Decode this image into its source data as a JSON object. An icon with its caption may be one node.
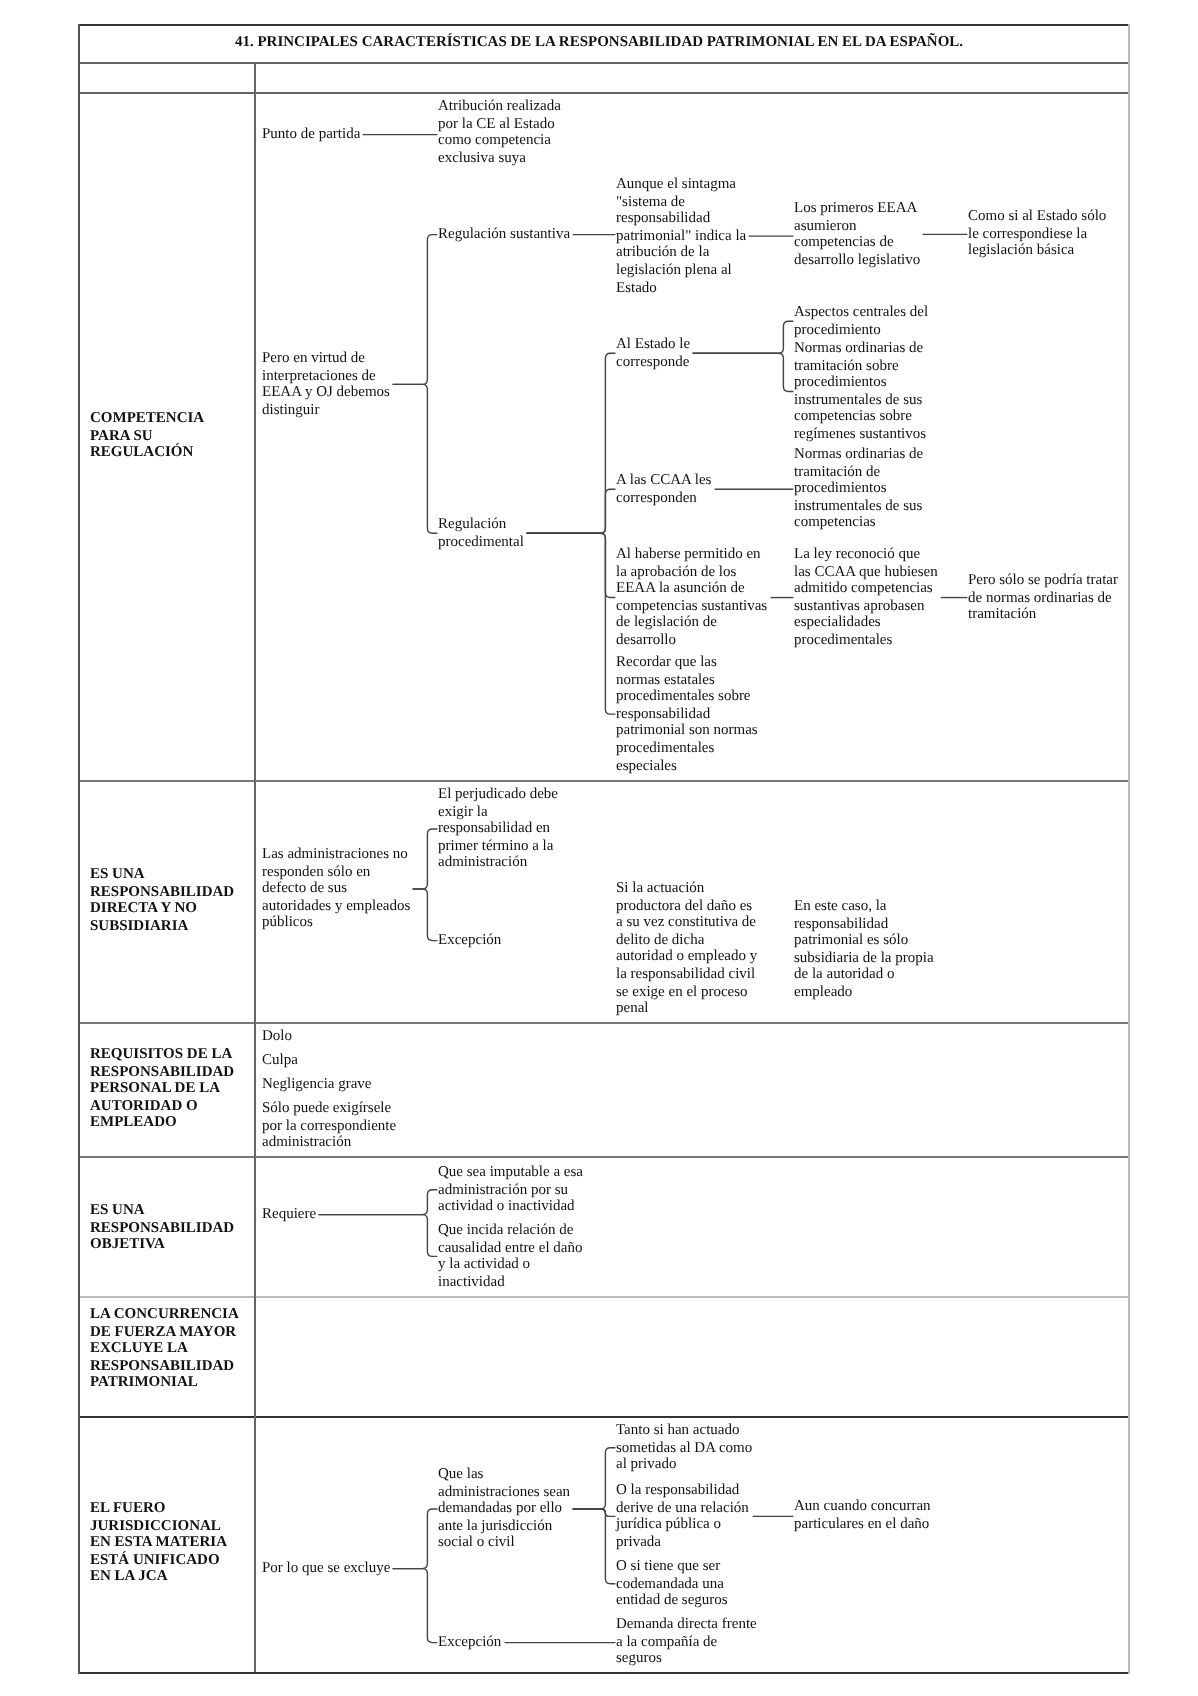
{
  "diagram": {
    "title": "41. PRINCIPALES CARACTERÍSTICAS DE LA RESPONSABILIDAD PATRIMONIAL EN EL DA ESPAÑOL.",
    "nodes": [
      {
        "text": [
          "Punto de partida"
        ]
      },
      {
        "text": [
          "Atribución realizada por la CE al Estado como competencia exclusiva suya"
        ]
      },
      {
        "text": [
          "Pero en virtud de interpretaciones de EEAA y OJ debemos distinguir"
        ]
      },
      {
        "text": [
          "Regulación sustantiva"
        ]
      },
      {
        "text": [
          "Aunque el sintagma \"sistema de responsabilidad patrimonial\" indica la atribución de la legislación plena al Estado"
        ]
      },
      {
        "text": [
          "Los primeros EEAA asumieron competencias de desarrollo legislativo"
        ]
      },
      {
        "text": [
          "Como si al Estado sólo le correspondiese la legislación básica"
        ]
      },
      {
        "text": [
          "Al Estado le corresponde"
        ]
      },
      {
        "text": [
          "Aspectos centrales del procedimiento"
        ]
      },
      {
        "text": [
          "Normas ordinarias de tramitación sobre procedimientos instrumentales de sus competencias sobre regímenes sustantivos"
        ]
      },
      {
        "text": [
          "Normas ordinarias de tramitación de procedimientos instrumentales de sus competencias"
        ]
      },
      {
        "text": [
          "A las CCAA les corresponden"
        ]
      },
      {
        "text": [
          "Regulación procedimental"
        ]
      },
      {
        "text": [
          "Al haberse permitido en la aprobación de los EEAA la asunción de competencias sustantivas de legislación de desarrollo"
        ]
      },
      {
        "text": [
          "La ley reconoció que las CCAA que hubiesen admitido competencias sustantivas aprobasen especialidades procedimentales"
        ]
      },
      {
        "text": [
          "Pero sólo se podría tratar de normas ordinarias de tramitación"
        ]
      },
      {
        "text": [
          "Recordar que las normas estatales procedimentales sobre responsabilidad patrimonial son normas procedimentales especiales"
        ]
      },
      {
        "text": [
          "Las administraciones no responden sólo en defecto de sus autoridades y empleados públicos"
        ]
      },
      {
        "text": [
          "El perjudicado debe exigir la responsabilidad en primer término a la administración"
        ]
      },
      {
        "text": [
          "Excepción"
        ]
      },
      {
        "text": [
          "Requiere"
        ]
      },
      {
        "text": [
          "Que sea imputable a esa administración por su actividad o inactividad"
        ]
      },
      {
        "text": [
          "Que incida relación de causalidad entre el daño y la actividad o inactividad"
        ]
      },
      {
        "text": [
          "Tanto si han actuado sometidas al DA como al privado"
        ]
      },
      {
        "text": [
          "Que las administraciones sean demandadas por ello ante la jurisdicción social o civil"
        ]
      },
      {
        "text": [
          "O la responsabilidad derive de una relación jurídica pública o privada"
        ]
      },
      {
        "text": [
          "Aun cuando concurran particulares en el daño"
        ]
      },
      {
        "text": [
          "O si tiene que ser codemandada una entidad de seguros"
        ]
      },
      {
        "text": [
          "Por lo que se excluye"
        ]
      },
      {
        "text": [
          "Excepción"
        ]
      },
      {
        "text": [
          "Demanda directa frente a la compañía de seguros"
        ]
      }
    ],
    "edges": [
      {
        "from": 0,
        "to": 1,
        "arrow": "none"
      },
      {
        "from": 2,
        "to": 3,
        "arrow": "none"
      },
      {
        "from": 2,
        "to": 12,
        "arrow": "none"
      },
      {
        "from": 3,
        "to": 4,
        "arrow": "none"
      },
      {
        "from": 4,
        "to": 5,
        "arrow": "none"
      },
      {
        "from": 5,
        "to": 6,
        "arrow": "none"
      },
      {
        "from": 12,
        "to": 7,
        "arrow": "none"
      },
      {
        "from": 12,
        "to": 11,
        "arrow": "none"
      },
      {
        "from": 12,
        "to": 13,
        "arrow": "none"
      },
      {
        "from": 12,
        "to": 16,
        "arrow": "none"
      },
      {
        "from": 7,
        "to": 8,
        "arrow": "none"
      },
      {
        "from": 7,
        "to": 9,
        "arrow": "none"
      },
      {
        "from": 11,
        "to": 10,
        "arrow": "none"
      },
      {
        "from": 13,
        "to": 14,
        "arrow": "none"
      },
      {
        "from": 14,
        "to": 15,
        "arrow": "none"
      },
      {
        "from": 17,
        "to": 18,
        "arrow": "none"
      },
      {
        "from": 17,
        "to": 19,
        "arrow": "none"
      },
      {
        "from": 20,
        "to": 21,
        "arrow": "none"
      },
      {
        "from": 20,
        "to": 22,
        "arrow": "none"
      },
      {
        "from": 28,
        "to": 24,
        "arrow": "none"
      },
      {
        "from": 28,
        "to": 29,
        "arrow": "none"
      },
      {
        "from": 24,
        "to": 23,
        "arrow": "none"
      },
      {
        "from": 24,
        "to": 25,
        "arrow": "none"
      },
      {
        "from": 24,
        "to": 27,
        "arrow": "none"
      },
      {
        "from": 25,
        "to": 26,
        "arrow": "none"
      },
      {
        "from": 29,
        "to": 30,
        "arrow": "none"
      }
    ],
    "labels": [
      "COMPETENCIA PARA SU REGULACIÓN",
      "ES UNA RESPONSABILIDAD DIRECTA Y NO SUBSIDIARIA",
      "Si la actuación productora del daño es a su vez constitutiva de delito de dicha autoridad o empleado y la responsabilidad civil se exige en el proceso penal",
      "En este caso, la responsabilidad patrimonial es sólo subsidiaria de la propia de la autoridad o empleado",
      "REQUISITOS DE LA RESPONSABILIDAD PERSONAL DE LA AUTORIDAD O EMPLEADO",
      "Dolo",
      "Culpa",
      "Negligencia grave",
      "Sólo puede exigírsele por la correspondiente administración",
      "ES UNA RESPONSABILIDAD OBJETIVA",
      "LA CONCURRENCIA DE FUERZA MAYOR EXCLUYE LA RESPONSABILIDAD PATRIMONIAL",
      "EL FUERO JURISDICCIONAL EN ESTA MATERIA ESTÁ UNIFICADO EN LA JCA"
    ]
  }
}
